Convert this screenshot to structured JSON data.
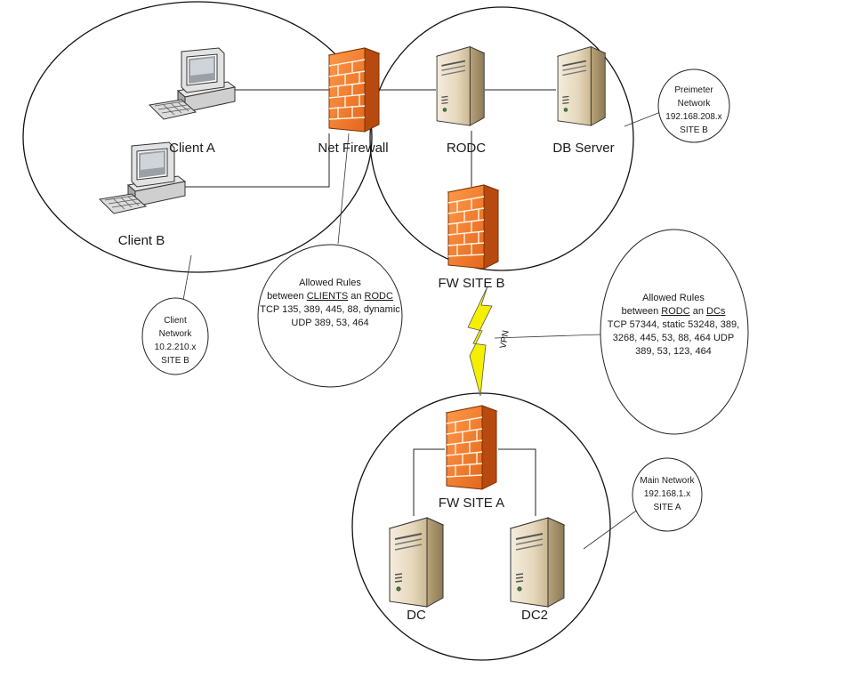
{
  "devices": {
    "client_a": "Client A",
    "client_b": "Client B",
    "net_firewall": "Net Firewall",
    "rodc": "RODC",
    "db_server": "DB Server",
    "fw_site_b": "FW SITE B",
    "fw_site_a": "FW SITE A",
    "dc": "DC",
    "dc2": "DC2"
  },
  "links": {
    "vpn": "VPN"
  },
  "callouts": {
    "perimeter_network": [
      "Preimeter",
      "Network",
      "192.168.208.x",
      "SITE B"
    ],
    "client_network": [
      "Client",
      "Network",
      "10.2.210.x",
      "SITE B"
    ],
    "main_network": [
      "Main Network",
      "192.168.1.x",
      "SITE A"
    ],
    "rules_clients": {
      "title": "Allowed Rules",
      "between_prefix": "between ",
      "between_a": "CLIENTS",
      "between_mid": " an ",
      "between_b": "RODC",
      "lines": [
        "TCP 135, 389, 445, 88, dynamic",
        "UDP 389, 53, 464"
      ]
    },
    "rules_dcs": {
      "title": "Allowed Rules",
      "between_prefix": "between ",
      "between_a": "RODC",
      "between_mid": " an ",
      "between_b": "DCs",
      "lines": [
        "TCP 57344, static 53248, 389,",
        "3268, 445, 53, 88, 464 UDP",
        "389, 53, 123, 464"
      ]
    }
  },
  "colors": {
    "firewall_orange": "#f07a2a",
    "firewall_dark": "#b84a10",
    "server_beige": "#e8dcc4",
    "lightning": "#f5f000"
  }
}
